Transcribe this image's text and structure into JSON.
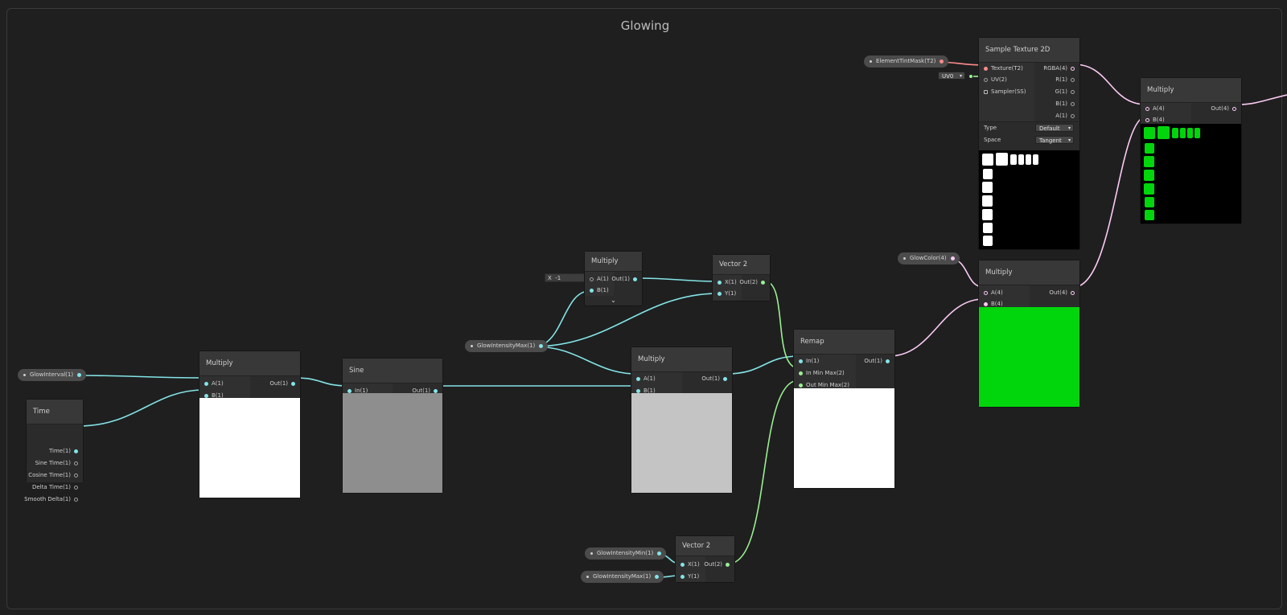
{
  "group": {
    "title": "Glowing"
  },
  "colors": {
    "float_wire": "#84e4e7",
    "vector2_wire": "#9aef92",
    "vector4_wire": "#fbcbf4",
    "texture_wire": "#ff8b8b",
    "glow_preview": "#00d60b"
  },
  "properties": {
    "glow_interval": "GlowInterval(1)",
    "glow_intensity_max": "GlowIntensityMax(1)",
    "glow_intensity_min": "GlowIntensityMin(1)",
    "glow_intensity_max_2": "GlowIntensityMax(1)",
    "element_tint_mask": "ElementTintMask(T2)",
    "glow_color": "GlowColor(4)"
  },
  "time_node": {
    "title": "Time",
    "outputs": [
      "Time(1)",
      "Sine Time(1)",
      "Cosine Time(1)",
      "Delta Time(1)",
      "Smooth Delta(1)"
    ]
  },
  "multiply_1": {
    "title": "Multiply",
    "in_a": "A(1)",
    "in_b": "B(1)",
    "out": "Out(1)"
  },
  "sine_node": {
    "title": "Sine",
    "in": "In(1)",
    "out": "Out(1)"
  },
  "multiply_neg": {
    "title": "Multiply",
    "in_a": "A(1)",
    "in_b": "B(1)",
    "out": "Out(1)",
    "x_label": "X",
    "x_value": "-1",
    "collapse_glyph": "⌄"
  },
  "vector2_top": {
    "title": "Vector 2",
    "in_x": "X(1)",
    "in_y": "Y(1)",
    "out": "Out(2)"
  },
  "multiply_2": {
    "title": "Multiply",
    "in_a": "A(1)",
    "in_b": "B(1)",
    "out": "Out(1)"
  },
  "remap_node": {
    "title": "Remap",
    "in": "In(1)",
    "in_min_max": "In Min Max(2)",
    "out_min_max": "Out Min Max(2)",
    "out": "Out(1)"
  },
  "vector2_bottom": {
    "title": "Vector 2",
    "in_x": "X(1)",
    "in_y": "Y(1)",
    "out": "Out(2)"
  },
  "sample_texture": {
    "title": "Sample Texture 2D",
    "inputs": [
      "Texture(T2)",
      "UV(2)",
      "Sampler(SS)"
    ],
    "outputs": [
      "RGBA(4)",
      "R(1)",
      "G(1)",
      "B(1)",
      "A(1)"
    ],
    "uv_value": "UV0",
    "type_label": "Type",
    "type_value": "Default",
    "space_label": "Space",
    "space_value": "Tangent"
  },
  "multiply_color": {
    "title": "Multiply",
    "in_a": "A(4)",
    "in_b": "B(4)",
    "out": "Out(4)"
  },
  "multiply_final": {
    "title": "Multiply",
    "in_a": "A(4)",
    "in_b": "B(4)",
    "out": "Out(4)"
  },
  "glyphs": {
    "caret": "▾"
  }
}
